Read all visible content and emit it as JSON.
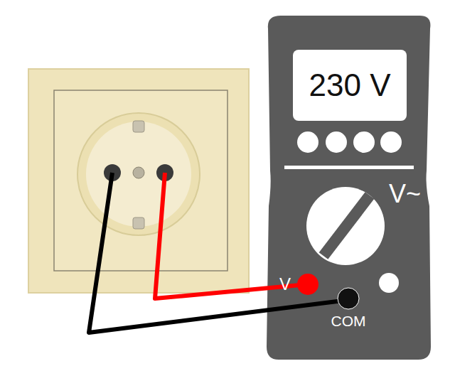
{
  "diagram": {
    "nodes": [
      {
        "text": [
          "230 V"
        ]
      }
    ],
    "labels": [
      "V~",
      "V",
      "COM"
    ]
  }
}
